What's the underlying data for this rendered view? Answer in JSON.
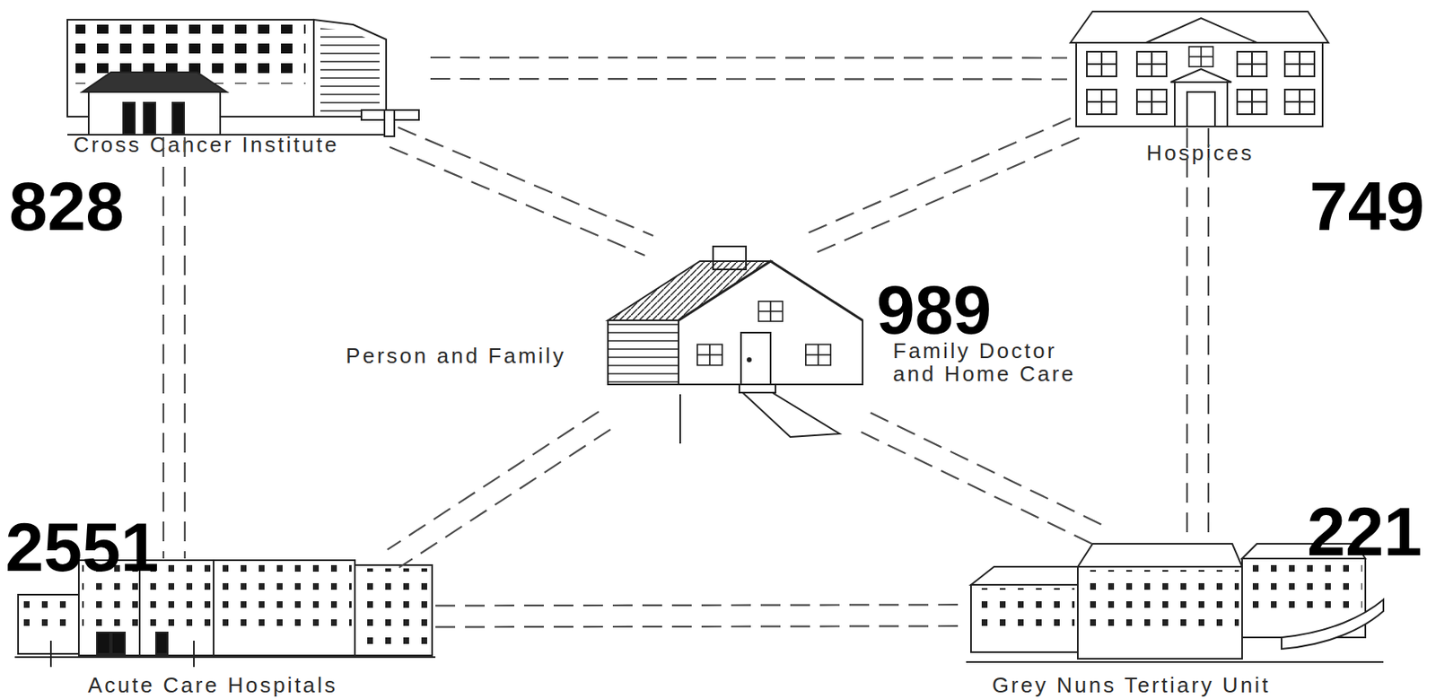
{
  "diagram": {
    "nodes": [
      {
        "text": [
          "Cross Cancer Institute"
        ]
      },
      {
        "text": [
          "Hospices"
        ]
      },
      {
        "text": [
          "Person and Family",
          "Family Doctor and Home Care"
        ]
      },
      {
        "text": [
          "Acute Care Hospitals"
        ]
      },
      {
        "text": [
          "Grey Nuns Tertiary Unit"
        ]
      }
    ],
    "edges": [
      {
        "from": 0,
        "to": 1,
        "arrow": "none"
      },
      {
        "from": 0,
        "to": 2,
        "arrow": "none"
      },
      {
        "from": 1,
        "to": 2,
        "arrow": "none"
      },
      {
        "from": 0,
        "to": 3,
        "arrow": "none"
      },
      {
        "from": 2,
        "to": 3,
        "arrow": "none"
      },
      {
        "from": 1,
        "to": 4,
        "arrow": "none"
      },
      {
        "from": 2,
        "to": 4,
        "arrow": "none"
      },
      {
        "from": 3,
        "to": 4,
        "arrow": "none"
      }
    ],
    "labels": [
      "828",
      "749",
      "989",
      "2551",
      "221"
    ]
  }
}
